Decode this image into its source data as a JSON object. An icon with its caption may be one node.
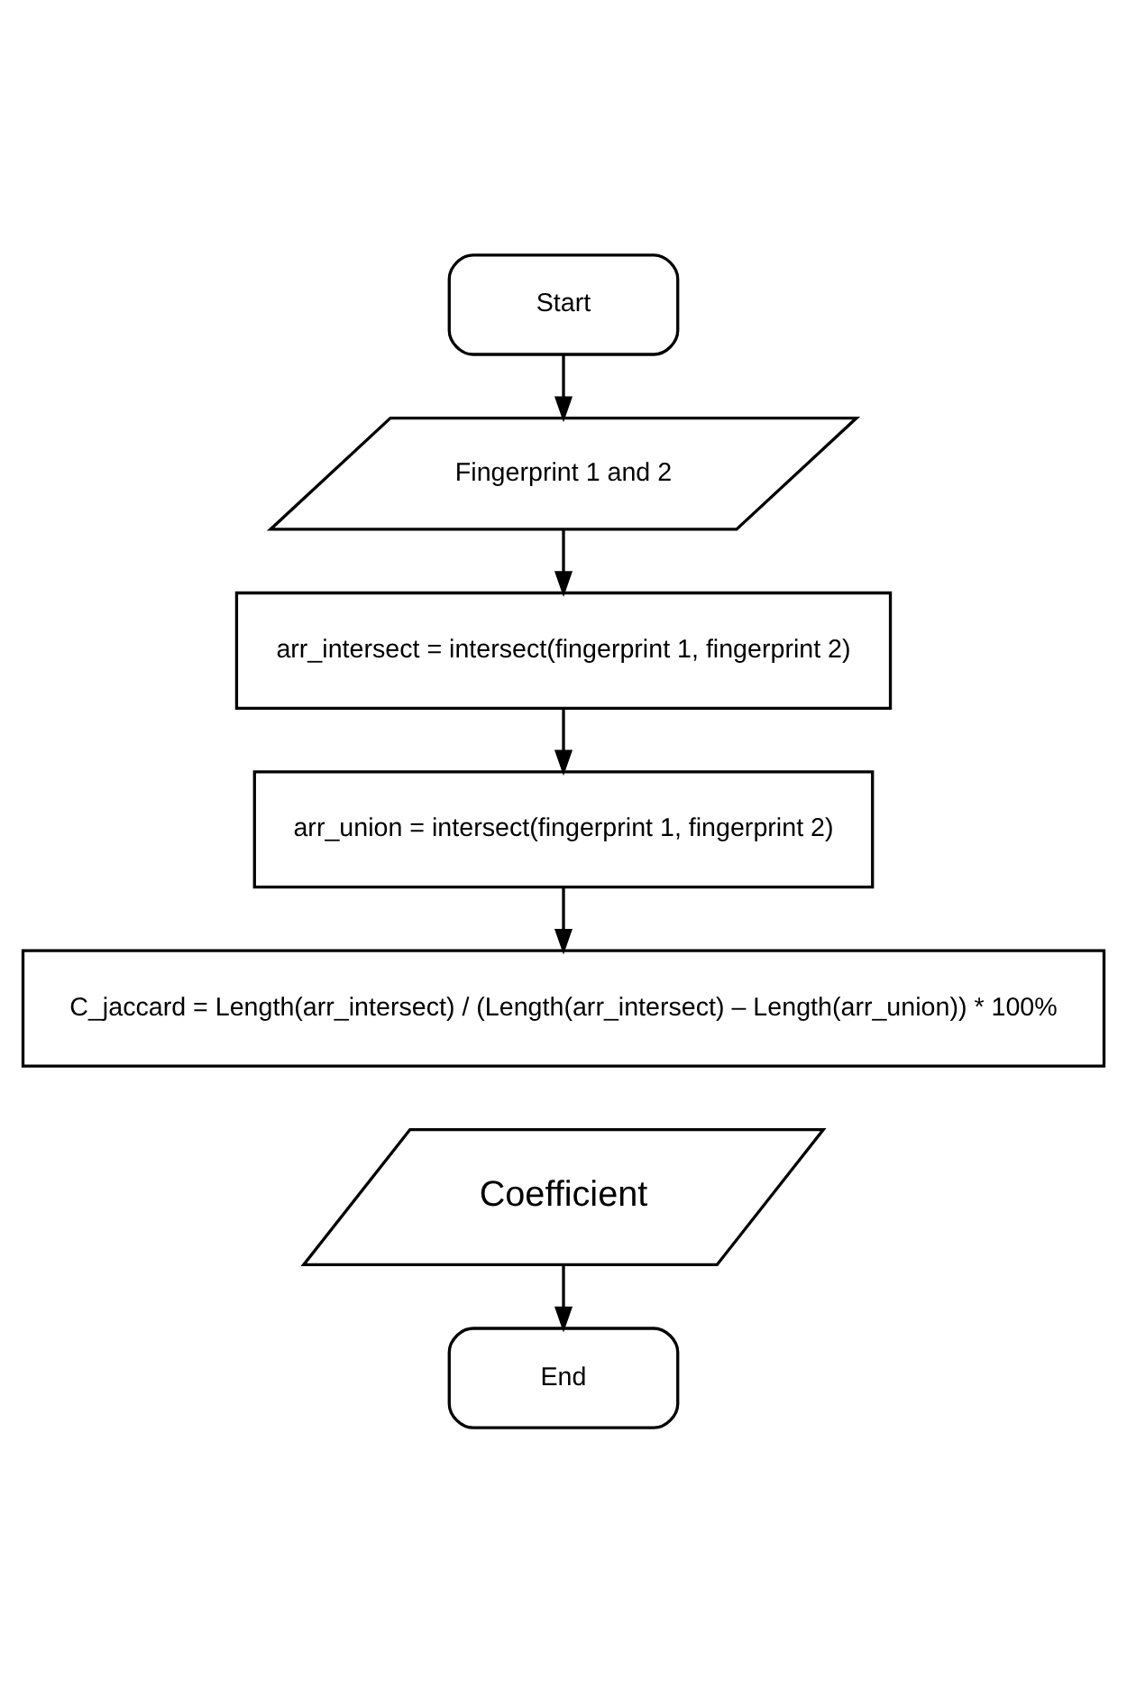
{
  "diagram": {
    "nodes": [
      {
        "text": [
          "Start"
        ]
      },
      {
        "text": [
          "Fingerprint 1 and 2"
        ]
      },
      {
        "text": [
          "arr_intersect = intersect(fingerprint 1, fingerprint 2)"
        ]
      },
      {
        "text": [
          "arr_union = intersect(fingerprint 1, fingerprint 2)"
        ]
      },
      {
        "text": [
          "C_jaccard = Length(arr_intersect) / (Length(arr_intersect) – Length(arr_union)) * 100%"
        ]
      },
      {
        "text": [
          "Coefficient"
        ]
      },
      {
        "text": [
          "End"
        ]
      }
    ],
    "edges": [
      {
        "from": 0,
        "to": 1,
        "arrow": "to"
      },
      {
        "from": 1,
        "to": 2,
        "arrow": "to"
      },
      {
        "from": 2,
        "to": 3,
        "arrow": "to"
      },
      {
        "from": 3,
        "to": 4,
        "arrow": "to"
      },
      {
        "from": 5,
        "to": 6,
        "arrow": "to"
      }
    ]
  }
}
